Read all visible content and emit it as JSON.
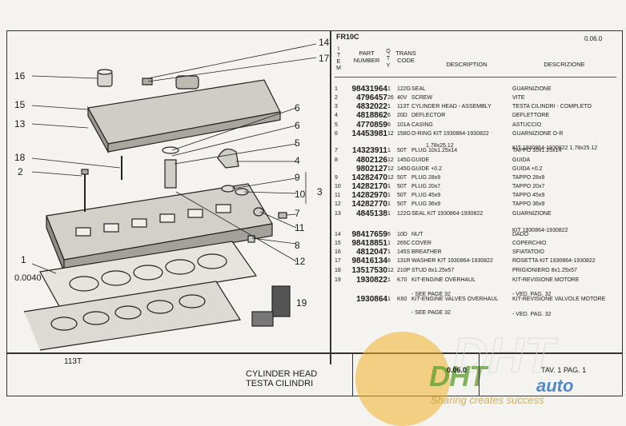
{
  "header": {
    "model": "FR10C",
    "page_code": "0.06.0",
    "col_item": "I\nT\nE\nM",
    "col_part": "PART NUMBER",
    "col_qty": "Q\nT\nY",
    "col_trans": "TRANS CODE",
    "col_desc": "DESCRIPTION",
    "col_descr": "DESCRIZIONE"
  },
  "rows": [
    {
      "item": "1",
      "part": "98431964",
      "qty": "1",
      "trans": "122G",
      "desc": "SEAL",
      "descr": "GUARNIZIONE"
    },
    {
      "item": "2",
      "part": "4796457",
      "qty": "26",
      "trans": "40V",
      "desc": "SCREW",
      "descr": "VITE"
    },
    {
      "item": "3",
      "part": "4832022",
      "qty": "1",
      "trans": "113T",
      "desc": "CYLINDER HEAD - ASSEMBLY",
      "descr": "TESTA CILINDRI - COMPLETO"
    },
    {
      "item": "4",
      "part": "4818862",
      "qty": "6",
      "trans": "20D",
      "desc": "DEFLECTOR",
      "descr": "DEFLETTORE"
    },
    {
      "item": "5",
      "part": "4770859",
      "qty": "6",
      "trans": "101A",
      "desc": "CASING",
      "descr": "ASTUCCIO"
    },
    {
      "item": "6",
      "part": "14453981",
      "qty": "12",
      "trans": "158G",
      "desc": "O-RING KIT 1930864-1930822",
      "descr": "GUARNIZIONE O-R"
    },
    {
      "item": "7",
      "part": "14323911",
      "qty": "1",
      "trans": "50T",
      "desc": "PLUG 10x1.25x14",
      "descr": "TAPPO 10x1.25x14"
    },
    {
      "item": "8",
      "part": "4802126",
      "qty": "12",
      "trans": "145G",
      "desc": "GUIDE",
      "descr": "GUIDA"
    },
    {
      "item": "",
      "part": "9802127",
      "qty": "12",
      "trans": "145G",
      "desc": "GUIDE +0.2",
      "descr": "GUIDA +0.2"
    },
    {
      "item": "9",
      "part": "14282470",
      "qty": "12",
      "trans": "50T",
      "desc": "PLUG 28x9",
      "descr": "TAPPO 28x9"
    },
    {
      "item": "10",
      "part": "14282170",
      "qty": "1",
      "trans": "50T",
      "desc": "PLUG 20x7",
      "descr": "TAPPO 20x7"
    },
    {
      "item": "11",
      "part": "14282970",
      "qty": "1",
      "trans": "50T",
      "desc": "PLUG 45x9",
      "descr": "TAPPO 45x9"
    },
    {
      "item": "12",
      "part": "14282770",
      "qty": "1",
      "trans": "50T",
      "desc": "PLUG 36x9",
      "descr": "TAPPO 36x9"
    },
    {
      "item": "13",
      "part": "4845138",
      "qty": "1",
      "trans": "122G",
      "desc": "SEAL KIT 1930864-1930822",
      "descr": "GUARNIZIONE"
    },
    {
      "item": "14",
      "part": "98417659",
      "qty": "6",
      "trans": "10D",
      "desc": "NUT",
      "descr": "DADO"
    },
    {
      "item": "15",
      "part": "98418851",
      "qty": "1",
      "trans": "265C",
      "desc": "COVER",
      "descr": "COPERCHIO"
    },
    {
      "item": "16",
      "part": "4812047",
      "qty": "1",
      "trans": "145S",
      "desc": "BREATHER",
      "descr": "SFIATATOIO"
    },
    {
      "item": "17",
      "part": "98416134",
      "qty": "6",
      "trans": "131R",
      "desc": "WASHER KIT 1930864-1930822",
      "descr": "ROSETTA KIT 1930864-1930822"
    },
    {
      "item": "18",
      "part": "13517530",
      "qty": "12",
      "trans": "210P",
      "desc": "STUD 8x1.25x57",
      "descr": "PRIGIONIERO 8x1.25x57"
    },
    {
      "item": "19",
      "part": "1930822",
      "qty": "1",
      "trans": "K70",
      "desc": "KIT-ENGINE OVERHAUL",
      "descr": "KIT-REVISIONE MOTORE"
    },
    {
      "item": "",
      "part": "1930864",
      "qty": "1",
      "trans": "K60",
      "desc": "KIT-ENGINE VALVES OVERHAUL",
      "descr": "KIT-REVISIONE VALVOLE MOTORE"
    }
  ],
  "sublines": {
    "row6_desc": "1.78x25.12",
    "row6_descr": "KIT 1930864-1930822 1.78x25.12",
    "row13_descr": "KIT 1930864-1930822",
    "row19_desc": "- SEE PAGE 32",
    "row19_descr": "- VED. PAG. 32",
    "row20_desc": "- SEE PAGE 32",
    "row20_descr": "- VED. PAG. 32"
  },
  "footer": {
    "model": "113T",
    "title_en": "CYLINDER HEAD",
    "title_it": "TESTA CILINDRI",
    "page": "0.06.0",
    "tav": "TAV. 1 PAG. 1"
  },
  "callouts": {
    "c14": "14",
    "c17": "17",
    "c16": "16",
    "c15": "15",
    "c13": "13",
    "c18": "18",
    "c2": "2",
    "c6a": "6",
    "c6b": "6",
    "c5": "5",
    "c4": "4",
    "c9": "9",
    "c10": "10",
    "c3": "3",
    "c7": "7",
    "c11": "11",
    "c8": "8",
    "c12": "12",
    "c1": "1",
    "c0040": "0.0040",
    "c19": "19"
  },
  "watermark": {
    "brand_green": "DHT",
    "brand_blue": "auto",
    "tagline": "Sharing creates success"
  },
  "colors": {
    "paper": "#f4f3ef",
    "ink": "#1a1a1a",
    "watermark_green": "#5c9e2c",
    "watermark_blue": "#2a6ec0",
    "watermark_gold": "#f0b028"
  }
}
